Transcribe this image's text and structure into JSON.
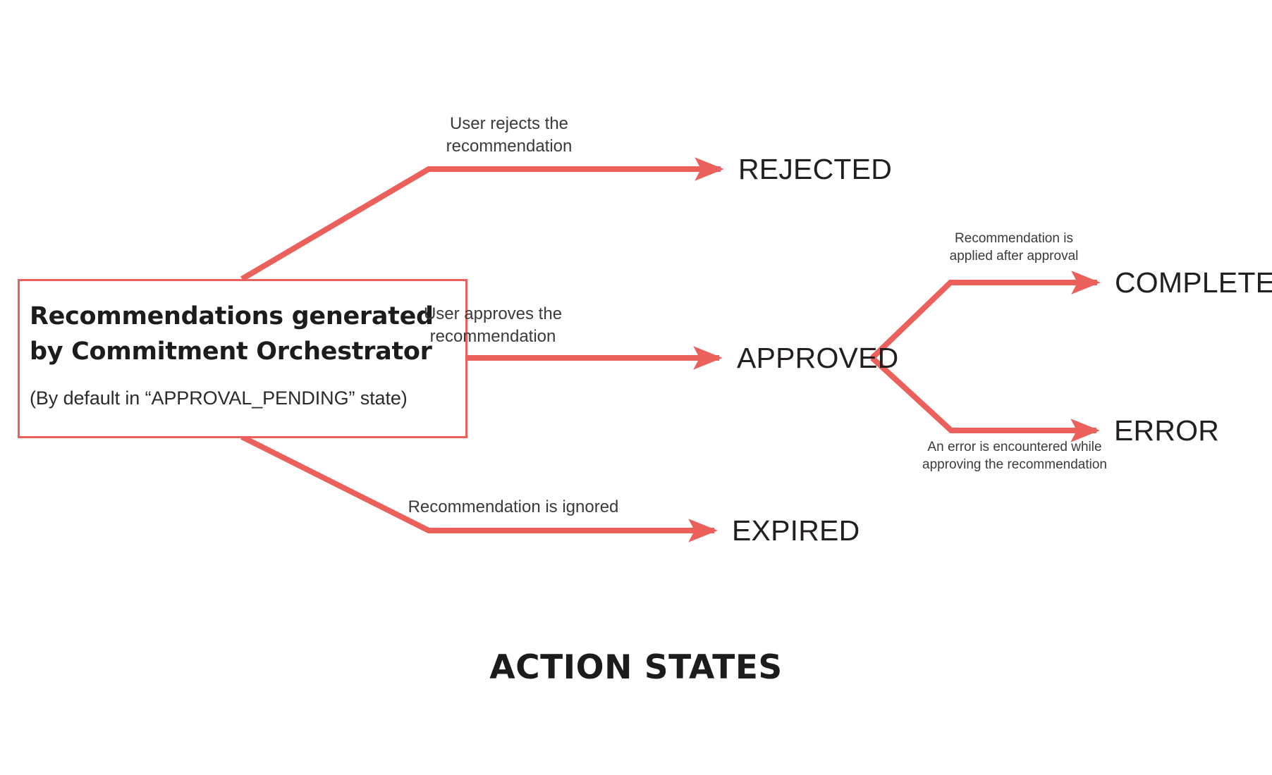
{
  "diagram": {
    "title": "ACTION STATES",
    "accent_color": "#ec605c",
    "text_color": "#231f20",
    "background": "#ffffff",
    "type": "state-flow"
  },
  "source": {
    "title": "Recommendations generated\nby Commitment Orchestrator",
    "subtitle": "(By default in “APPROVAL_PENDING” state)"
  },
  "states": {
    "rejected": "REJECTED",
    "approved": "APPROVED",
    "expired": "EXPIRED",
    "completed": "COMPLETED",
    "error": "ERROR"
  },
  "edges": {
    "to_rejected": "User rejects the\nrecommendation",
    "to_approved": "User approves the\nrecommendation",
    "to_expired": "Recommendation is ignored",
    "to_completed": "Recommendation is\napplied after approval",
    "to_error": "An error is encountered while\napproving the recommendation"
  }
}
